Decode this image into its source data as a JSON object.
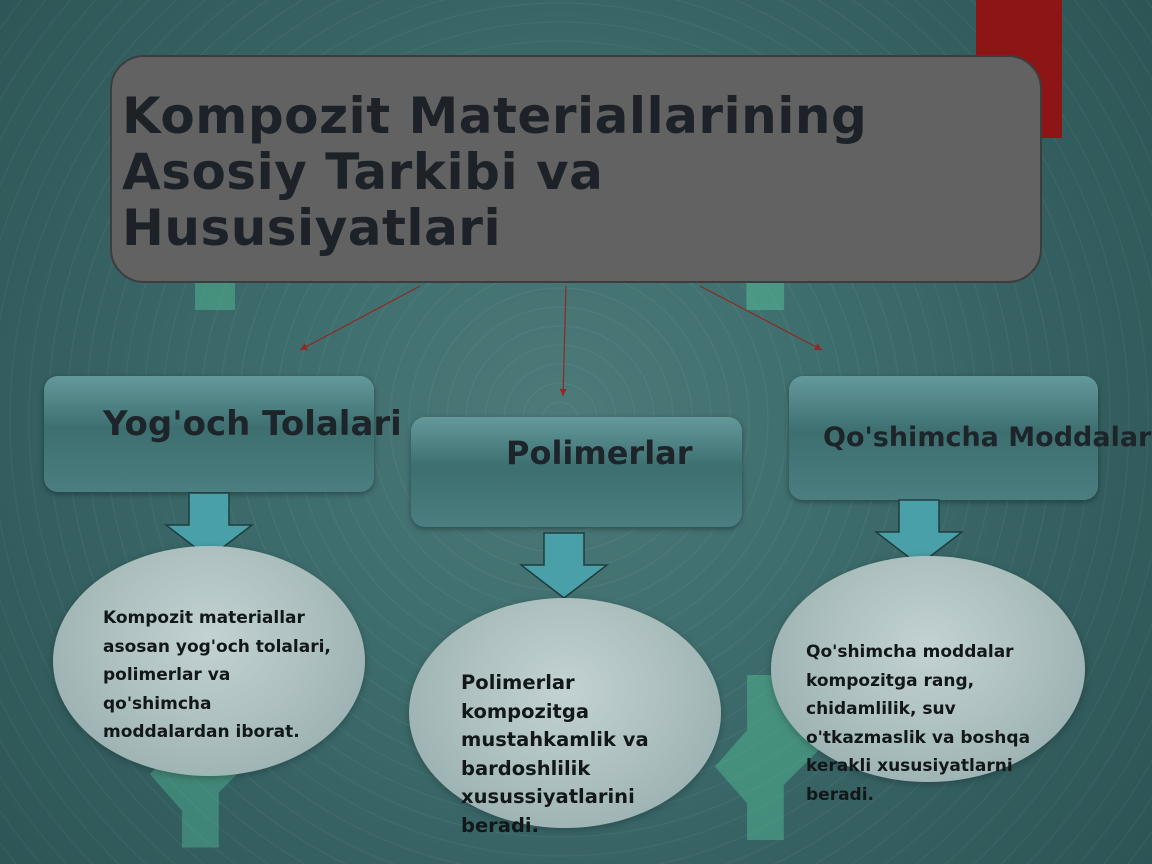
{
  "title": "Kompozit Materiallarining Asosiy Tarkibi va Hususiyatlari",
  "categories": [
    {
      "label": "Yog'och Tolalari",
      "description": "Kompozit materiallar asosan yog'och tolalari, polimerlar va qo'shimcha moddalardan iborat."
    },
    {
      "label": "Polimerlar",
      "description": "Polimerlar kompozitga mustahkamlik va bardoshlilik xusussiyatlarini beradi."
    },
    {
      "label": "Qo'shimcha Moddalar",
      "description": "Qo'shimcha moddalar kompozitga rang, chidamlilik, suv o'tkazmaslik va boshqa kerakli xususiyatlarni beradi."
    }
  ],
  "colors": {
    "accent_red": "#8e1515",
    "title_box": "#626262",
    "category_box": "#4b7e80",
    "arrow_fill": "#4aa0a8",
    "ellipse": "#b3c4c4"
  },
  "icons": [
    "watermark-logo-icon",
    "down-arrow-icon",
    "connector-arrow-icon"
  ]
}
